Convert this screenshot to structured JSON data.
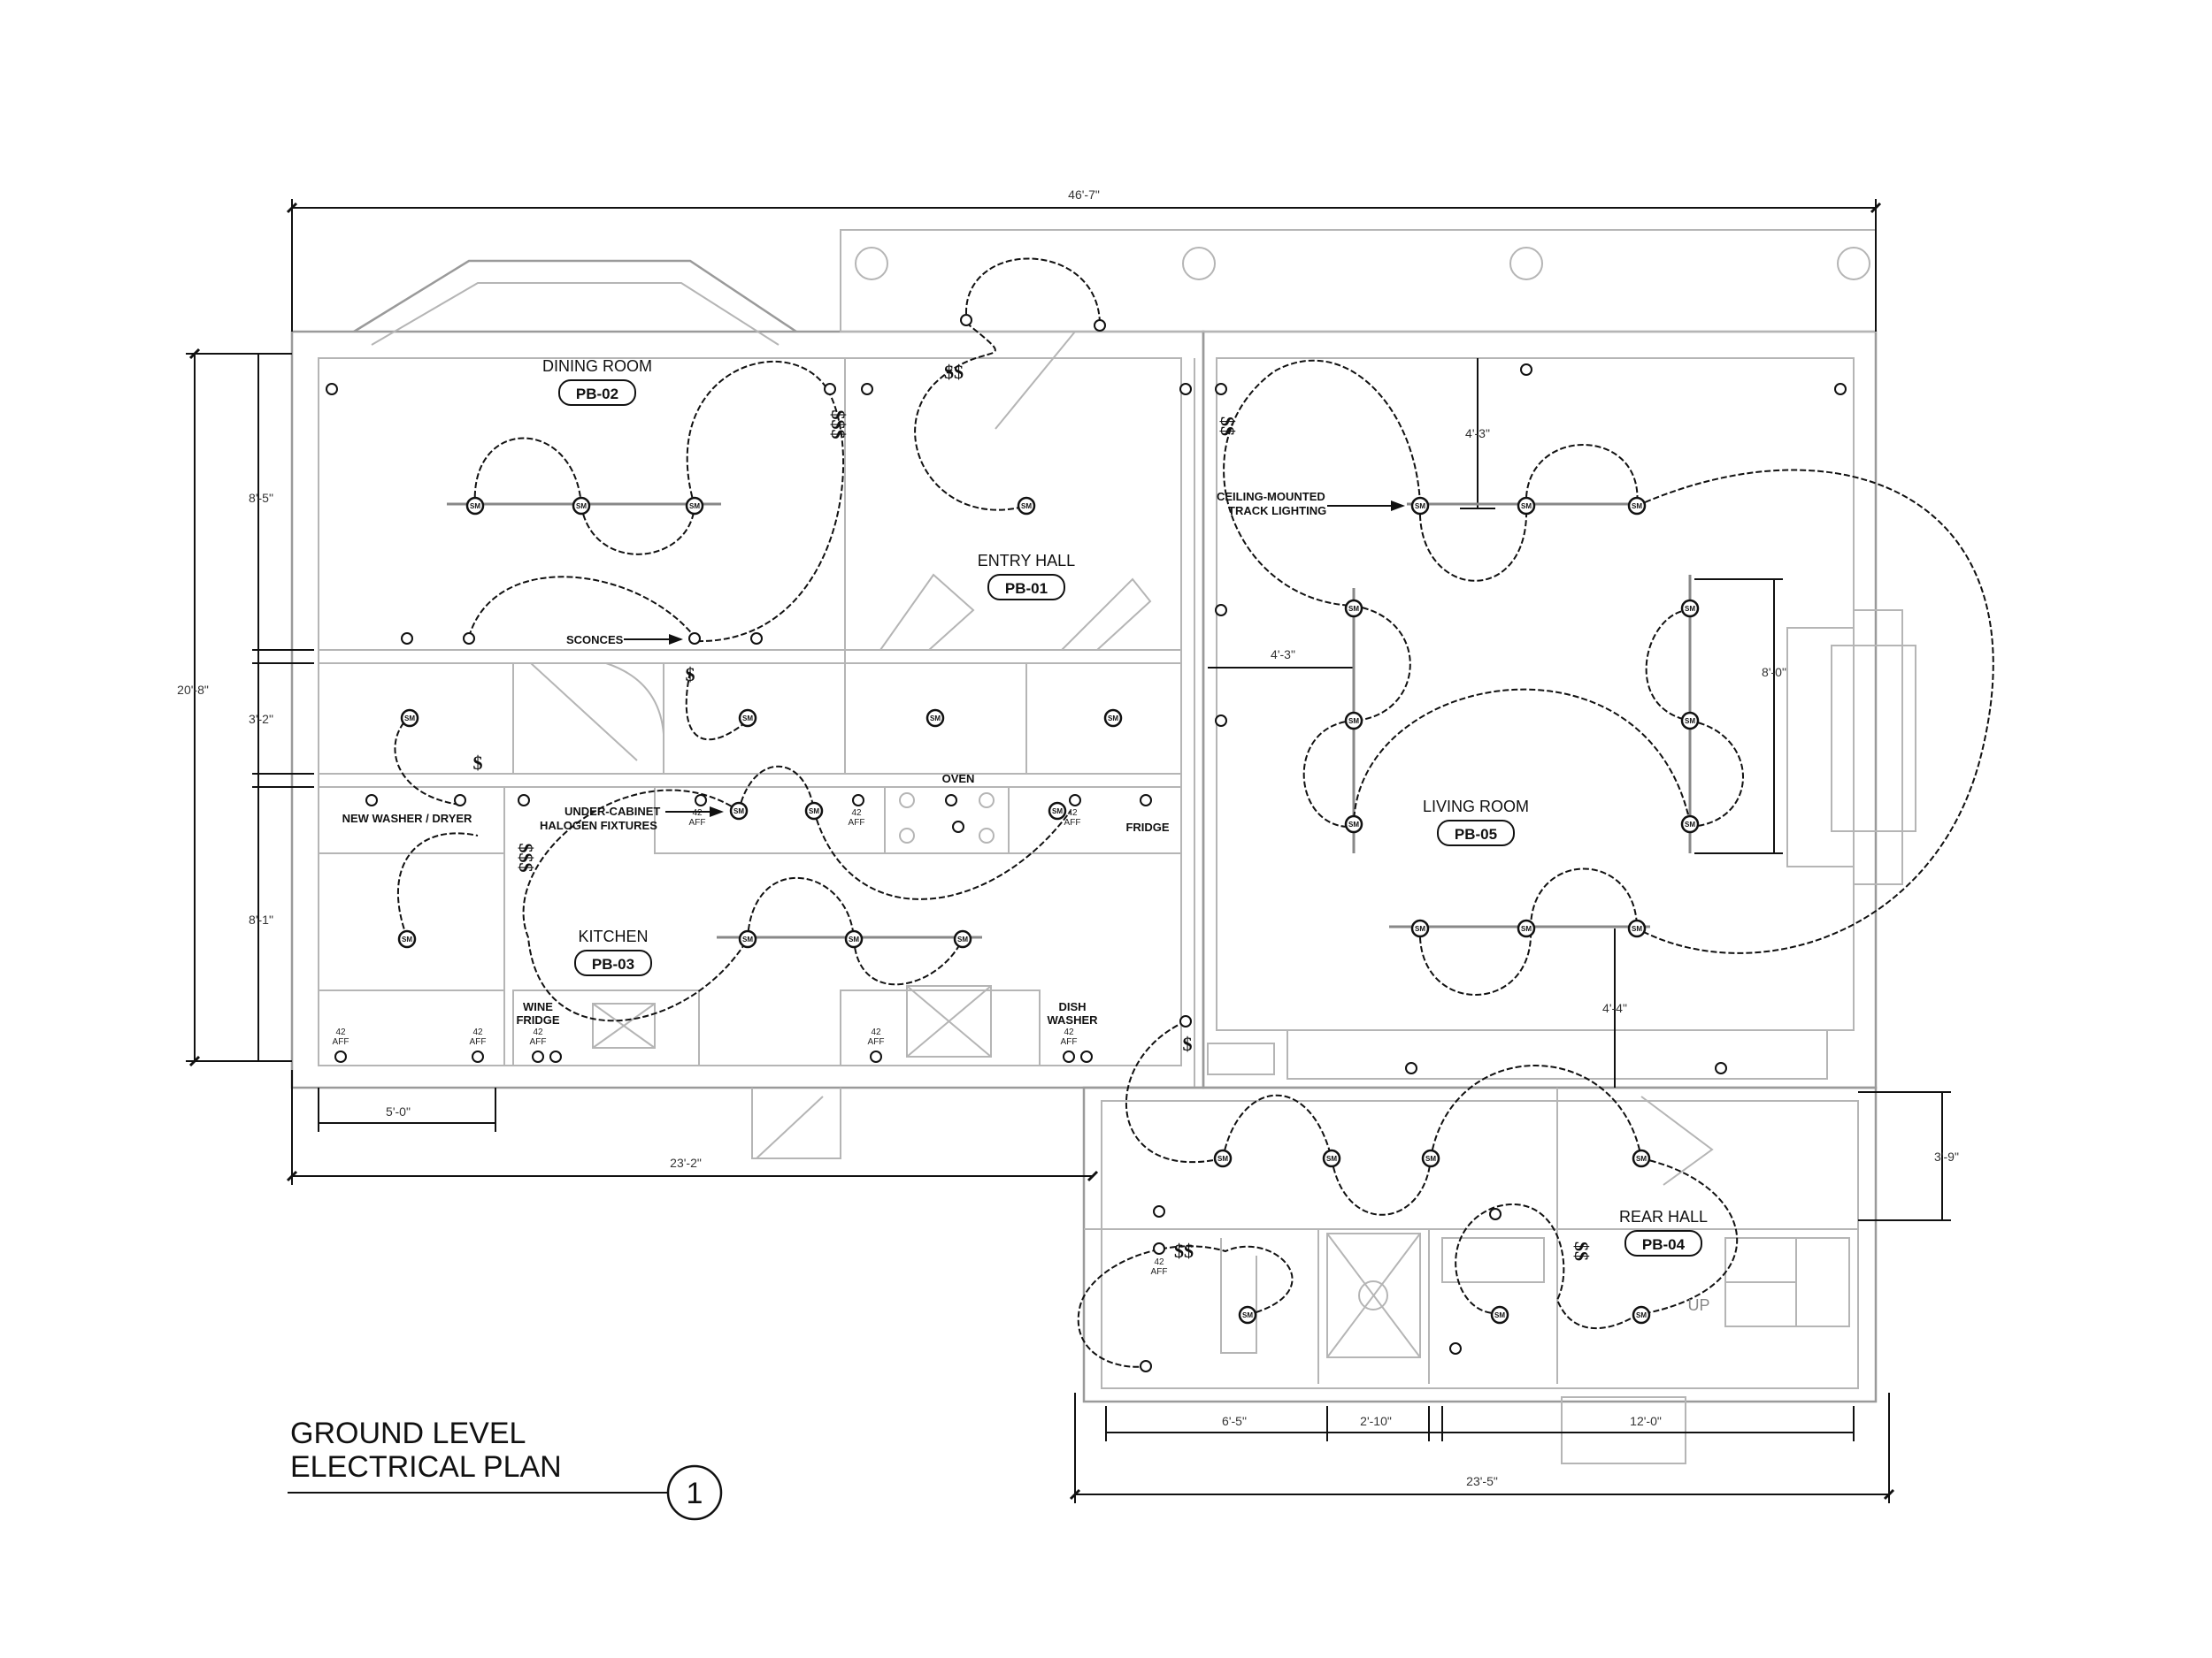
{
  "drawing": {
    "title_line1": "GROUND LEVEL",
    "title_line2": "ELECTRICAL PLAN",
    "sheet_number": "1"
  },
  "rooms": {
    "dining": {
      "label": "DINING ROOM",
      "tag": "PB-02"
    },
    "entry": {
      "label": "ENTRY HALL",
      "tag": "PB-01"
    },
    "kitchen": {
      "label": "KITCHEN",
      "tag": "PB-03"
    },
    "living": {
      "label": "LIVING ROOM",
      "tag": "PB-05"
    },
    "rear_hall": {
      "label": "REAR HALL",
      "tag": "PB-04"
    }
  },
  "labels": {
    "washer_dryer": "NEW WASHER / DRYER",
    "oven": "OVEN",
    "fridge": "FRIDGE",
    "wine_fridge_1": "WINE",
    "wine_fridge_2": "FRIDGE",
    "dish_washer_1": "DISH",
    "dish_washer_2": "WASHER",
    "up": "UP",
    "aff_height": "42",
    "aff_unit": "AFF"
  },
  "notes": {
    "sconces": "SCONCES",
    "under_cabinet_1": "UNDER-CABINET",
    "under_cabinet_2": "HALOGEN FIXTURES",
    "track_1": "CEILING-MOUNTED",
    "track_2": "TRACK LIGHTING"
  },
  "symbols": {
    "fixture": "SM",
    "switch_single": "$",
    "switch_double": "$$",
    "switch_triple": "$$$"
  },
  "dimensions": {
    "overall_width": "46'-7\"",
    "overall_height": "20'-8\"",
    "dining_height": "8'-5\"",
    "laundry_height": "3'-2\"",
    "kitchen_height": "8'-1\"",
    "window_width": "5'-0\"",
    "left_wing_width": "23'-2\"",
    "living_track_offset": "4'-3\"",
    "living_wall_offset": "4'-3\"",
    "living_track_spacing": "8'-0\"",
    "living_bottom_offset": "4'-4\"",
    "rear_hall_depth": "3'-9\"",
    "rear_bath_width": "6'-5\"",
    "rear_closet_width": "2'-10\"",
    "rear_hall_width": "12'-0\"",
    "right_wing_width": "23'-5\""
  }
}
